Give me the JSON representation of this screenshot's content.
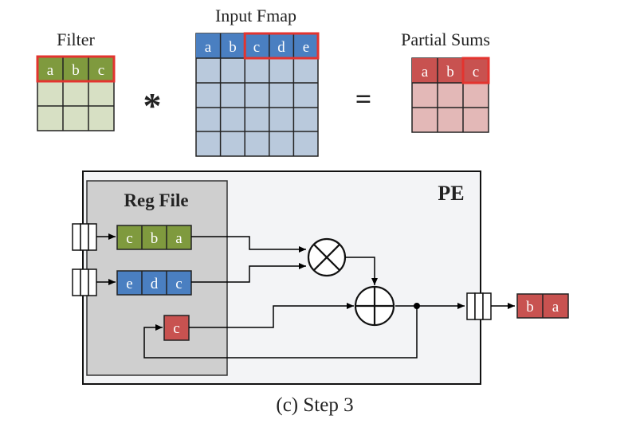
{
  "top": {
    "filter_title": "Filter",
    "input_title": "Input Fmap",
    "psum_title": "Partial Sums",
    "conv_op": "*",
    "equals": "=",
    "filter_row": [
      "a",
      "b",
      "c"
    ],
    "input_row": [
      "a",
      "b",
      "c",
      "d",
      "e"
    ],
    "psum_row": [
      "a",
      "b",
      "c"
    ]
  },
  "pe": {
    "title": "PE",
    "regfile_title": "Reg File",
    "filter_reg": [
      "c",
      "b",
      "a"
    ],
    "input_reg": [
      "e",
      "d",
      "c"
    ],
    "psum_reg": "c",
    "output": [
      "b",
      "a"
    ]
  },
  "caption": "(c) Step 3",
  "colors": {
    "green": "#7f9a3e",
    "green_light": "#d7e0c4",
    "blue": "#4a7fc1",
    "blue_light": "#b9c9dc",
    "red": "#c85250",
    "red_light": "#e3b8b7",
    "highlight": "#e3342f",
    "pe_bg": "#f3f4f6",
    "regfile_bg": "#cfcfcf"
  }
}
